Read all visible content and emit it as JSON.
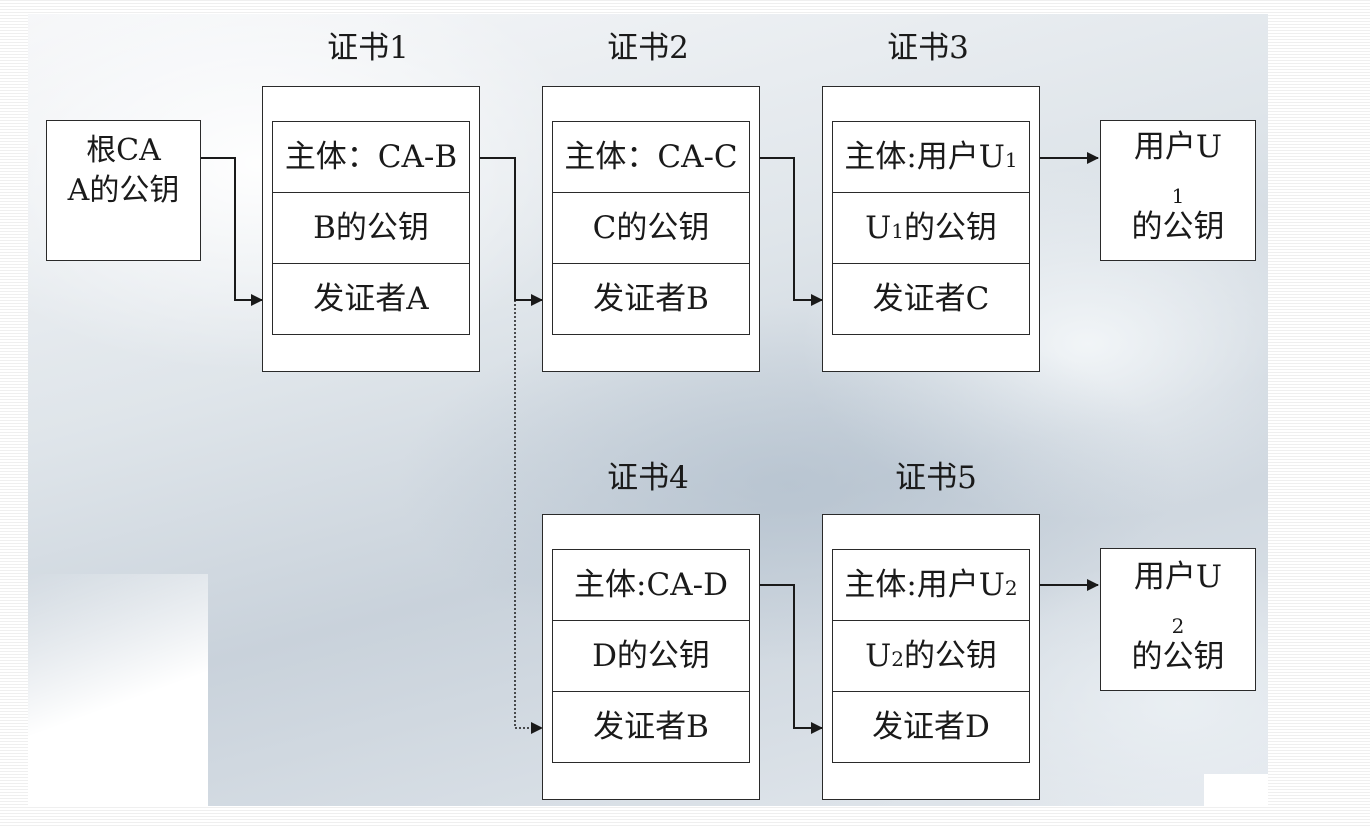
{
  "root_ca": {
    "line1": "根CA",
    "line2": "A的公钥"
  },
  "certs": [
    {
      "title": "证书1",
      "subject": "主体：CA-B",
      "key": "B的公钥",
      "issuer": "发证者A"
    },
    {
      "title": "证书2",
      "subject": "主体：CA-C",
      "key": "C的公钥",
      "issuer": "发证者B"
    },
    {
      "title": "证书3",
      "subject_prefix": "主体:用户U",
      "subject_sub": "1",
      "key_prefix": "U",
      "key_sub": "1",
      "key_suffix": "的公钥",
      "issuer": "发证者C"
    },
    {
      "title": "证书4",
      "subject": "主体:CA-D",
      "key": "D的公钥",
      "issuer": "发证者B"
    },
    {
      "title": "证书5",
      "subject_prefix": "主体:用户U",
      "subject_sub": "2",
      "key_prefix": "U",
      "key_sub": "2",
      "key_suffix": "的公钥",
      "issuer": "发证者D"
    }
  ],
  "user_keys": [
    {
      "line1_prefix": "用户U",
      "line1_sub": "1",
      "line2": "的公钥"
    },
    {
      "line1_prefix": "用户U",
      "line1_sub": "2",
      "line2": "的公钥"
    }
  ],
  "colors": {
    "line": "#1a1a1a",
    "box_border": "#2a2a2a",
    "box_fill": "#ffffff"
  }
}
